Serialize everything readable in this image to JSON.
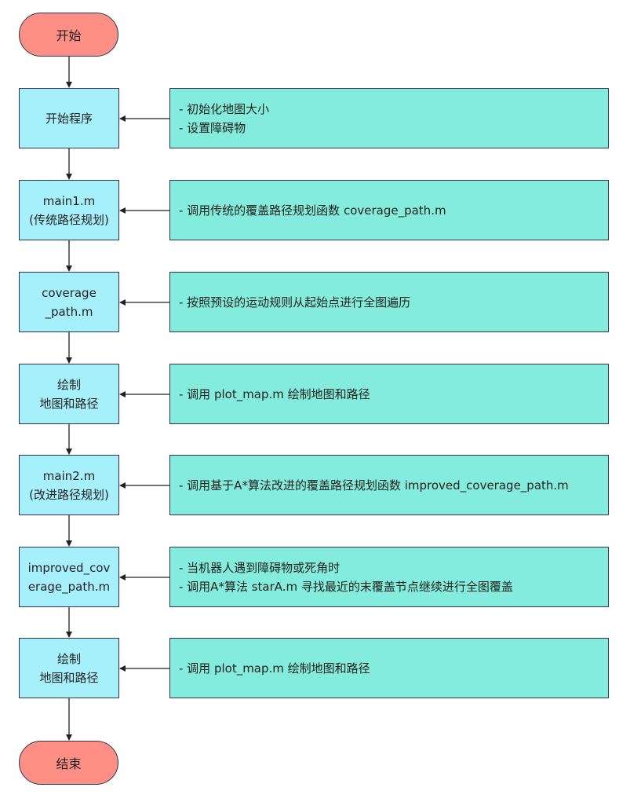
{
  "start": {
    "label": "开始"
  },
  "end": {
    "label": "结束"
  },
  "steps": [
    {
      "node": [
        "开始程序"
      ],
      "note": [
        "- 初始化地图大小",
        "- 设置障碍物"
      ]
    },
    {
      "node": [
        "main1.m",
        "(传统路径规划)"
      ],
      "note": [
        "- 调用传统的覆盖路径规划函数 coverage_path.m"
      ]
    },
    {
      "node": [
        "coverage",
        "_path.m"
      ],
      "note": [
        "- 按照预设的运动规则从起始点进行全图遍历"
      ]
    },
    {
      "node": [
        "绘制",
        "地图和路径"
      ],
      "note": [
        "- 调用 plot_map.m 绘制地图和路径"
      ]
    },
    {
      "node": [
        "main2.m",
        "(改进路径规划)"
      ],
      "note": [
        "- 调用基于A*算法改进的覆盖路径规划函数 improved_coverage_path.m"
      ]
    },
    {
      "node": [
        "improved_cov",
        "erage_path.m"
      ],
      "note": [
        "- 当机器人遇到障碍物或死角时",
        "- 调用A*算法 starA.m 寻找最近的末覆盖节点继续进行全图覆盖"
      ]
    },
    {
      "node": [
        "绘制",
        "地图和路径"
      ],
      "note": [
        "- 调用 plot_map.m 绘制地图和路径"
      ]
    }
  ],
  "colors": {
    "terminal": "#fe8f85",
    "process": "#a6f0fc",
    "note": "#84ecdc",
    "stroke": "#2f3452"
  }
}
